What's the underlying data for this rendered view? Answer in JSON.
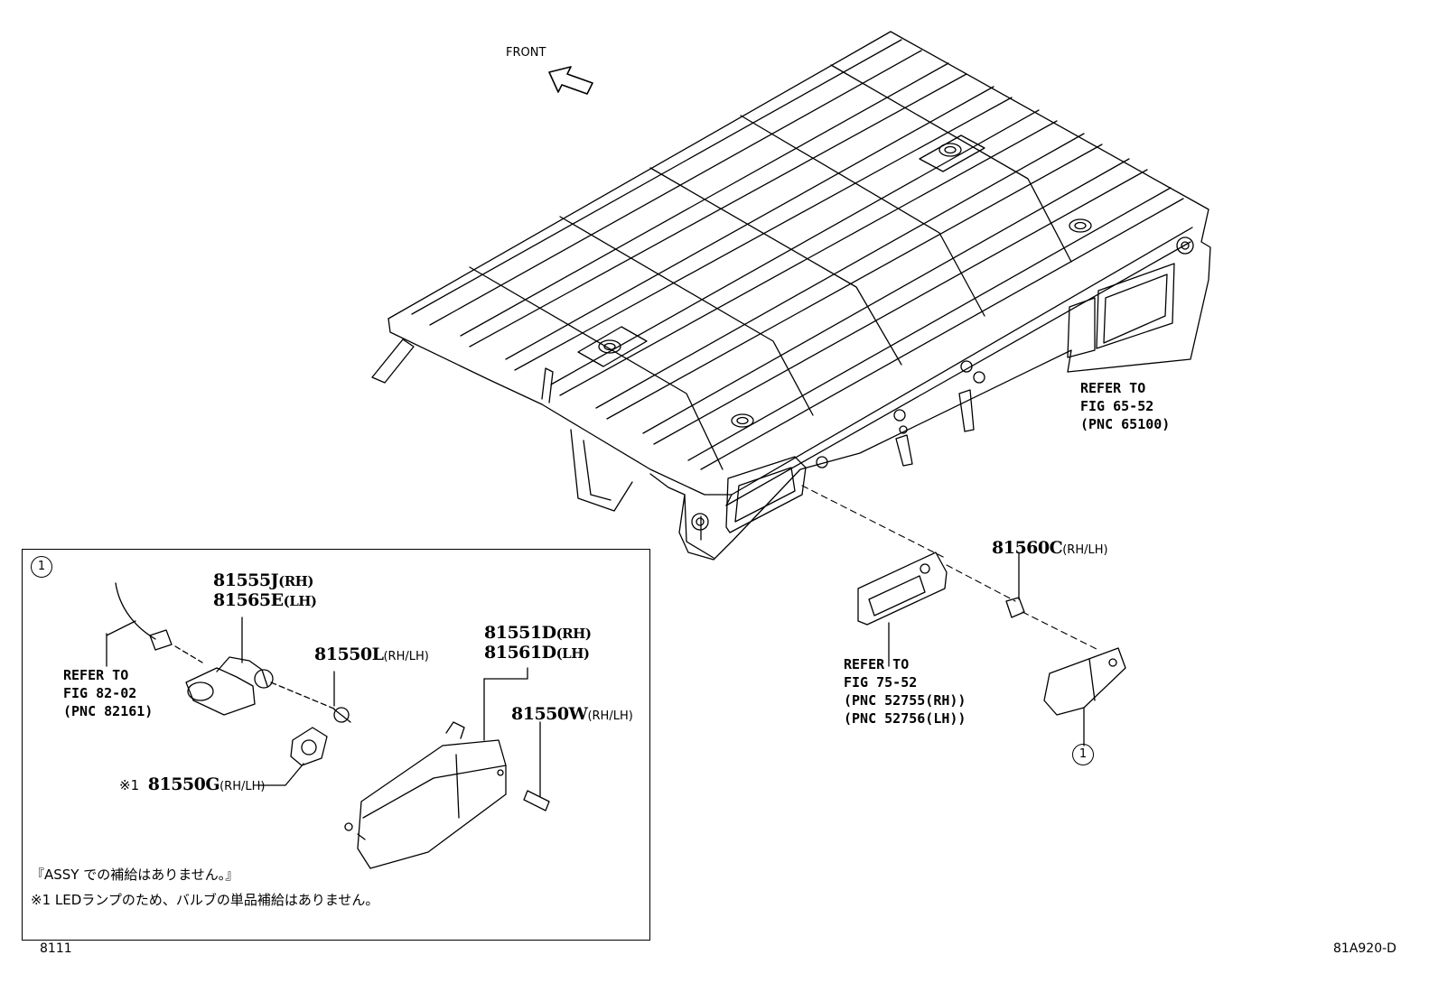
{
  "orientation": {
    "front_label": "FRONT"
  },
  "callouts": {
    "circle_marker": "1",
    "reference_circle": "1"
  },
  "labels": {
    "p81560c": {
      "part": "81560C",
      "side": "(RH/LH)"
    },
    "p81555j": {
      "part": "81555J",
      "side": "(RH)"
    },
    "p81565e": {
      "part": "81565E",
      "side": "(LH)"
    },
    "p81550l": {
      "part": "81550L",
      "side": "(RH/LH)"
    },
    "p81551d": {
      "part": "81551D",
      "side": "(RH)"
    },
    "p81561d": {
      "part": "81561D",
      "side": "(LH)"
    },
    "p81550w": {
      "part": "81550W",
      "side": "(RH/LH)"
    },
    "p81550g": {
      "prefix": "※1",
      "part": "81550G",
      "side": "(RH/LH)"
    }
  },
  "references": {
    "fig65": [
      "REFER TO",
      "FIG 65-52",
      "(PNC 65100)"
    ],
    "fig75": [
      "REFER TO",
      "FIG 75-52",
      "(PNC 52755(RH))",
      "(PNC 52756(LH))"
    ],
    "fig82": [
      "REFER TO",
      "FIG 82-02",
      "(PNC 82161)"
    ]
  },
  "notes": {
    "assy": "『ASSY での補給はありません。』",
    "led": "※1 LEDランプのため、バルブの単品補給はありません。"
  },
  "footer": {
    "page_code": "8111",
    "figure_code": "81A920-D"
  }
}
